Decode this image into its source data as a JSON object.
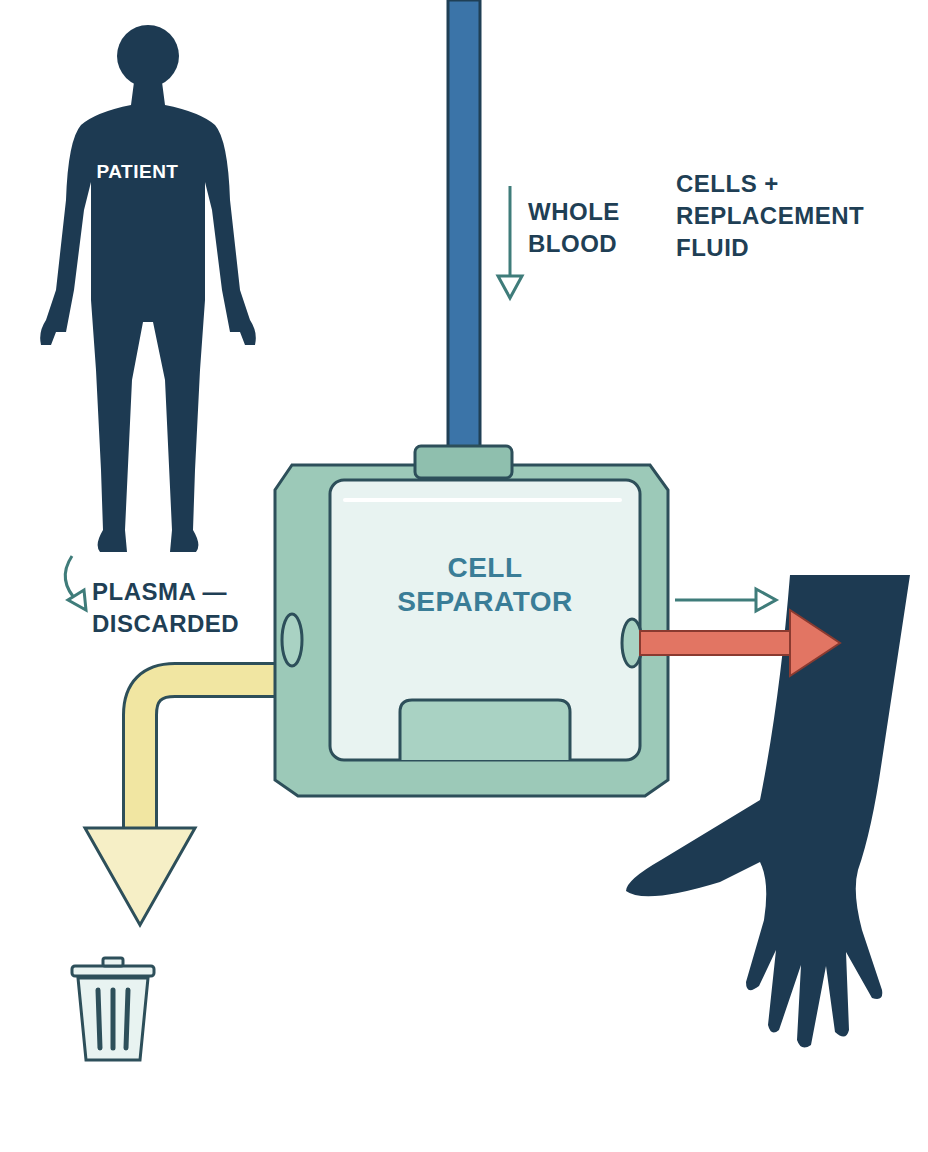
{
  "diagram": {
    "nodes": [
      {
        "text": [
          "PATIENT"
        ]
      },
      {
        "text": [
          "CELL SEPARATOR"
        ]
      }
    ],
    "labels": [
      "WHOLE BLOOD",
      "PLASMA — DISCARDED",
      "CELLS + REPLACEMENT FLUID"
    ]
  }
}
